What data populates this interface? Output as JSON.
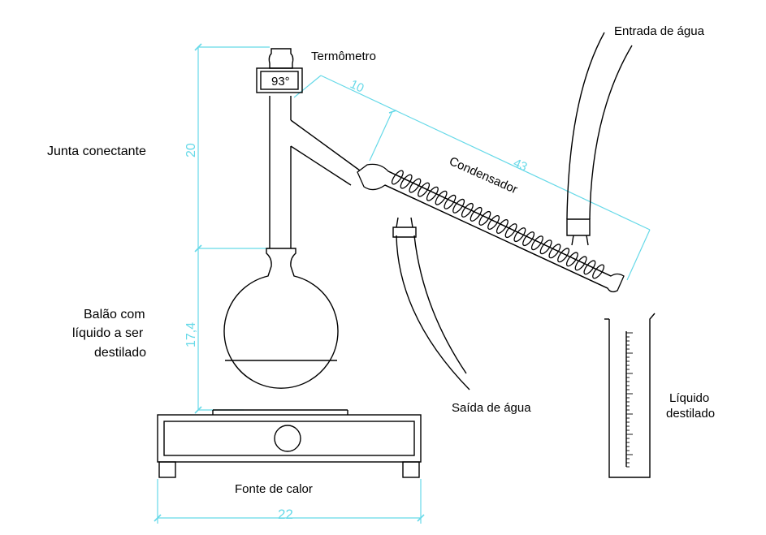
{
  "labels": {
    "thermometer": "Termômetro",
    "thermometer_reading": "93°",
    "water_inlet": "Entrada de água",
    "connecting_joint": "Junta conectante",
    "condenser": "Condensador",
    "flask_line1": "Balão com",
    "flask_line2": "líquido a ser",
    "flask_line3": "destilado",
    "water_outlet": "Saída de água",
    "distillate_line1": "Líquido",
    "distillate_line2": "destilado",
    "heat_source": "Fonte de calor"
  },
  "dimensions": {
    "joint_height": "20",
    "flask_height": "17,4",
    "base_width": "22",
    "condenser_neck": "10",
    "condenser_length": "43"
  },
  "colors": {
    "line": "#000000",
    "dimension": "#66d9e8",
    "background": "#ffffff"
  }
}
